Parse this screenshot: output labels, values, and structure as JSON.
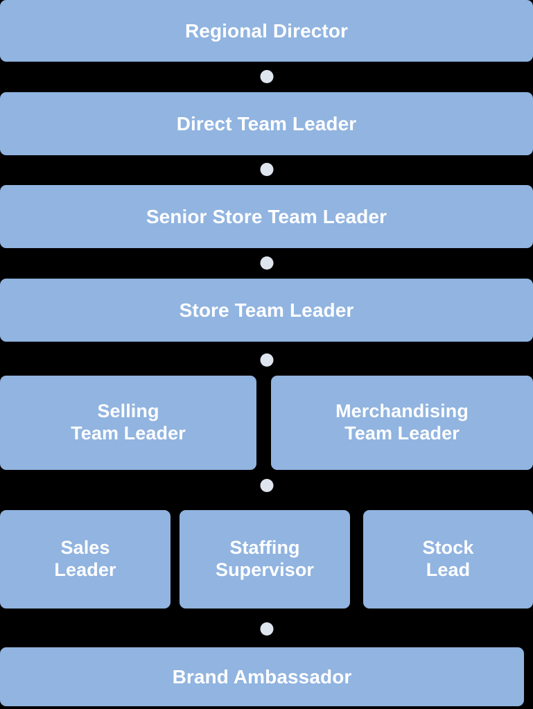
{
  "diagram": {
    "type": "organizational-hierarchy-chart",
    "background_color": "#000000",
    "node_color": "#91b4e0",
    "node_text_color": "#ffffff",
    "connector_dot_color": "#dfe5ee",
    "levels": [
      {
        "index": 1,
        "layout": "single",
        "nodes": [
          {
            "label": "Regional Director"
          }
        ]
      },
      {
        "index": 2,
        "layout": "single",
        "nodes": [
          {
            "label": "Direct Team Leader"
          }
        ]
      },
      {
        "index": 3,
        "layout": "single",
        "nodes": [
          {
            "label": "Senior Store Team Leader"
          }
        ]
      },
      {
        "index": 4,
        "layout": "single",
        "nodes": [
          {
            "label": "Store Team Leader"
          }
        ]
      },
      {
        "index": 5,
        "layout": "two-column",
        "nodes": [
          {
            "label": "Selling\nTeam Leader"
          },
          {
            "label": "Merchandising\nTeam Leader"
          }
        ]
      },
      {
        "index": 6,
        "layout": "three-column",
        "nodes": [
          {
            "label": "Sales\nLeader"
          },
          {
            "label": "Staffing\nSupervisor"
          },
          {
            "label": "Stock\nLead"
          }
        ]
      },
      {
        "index": 7,
        "layout": "single",
        "nodes": [
          {
            "label": "Brand Ambassador"
          }
        ]
      }
    ],
    "connectors": [
      {
        "name": "connector-dot-1",
        "between": [
          "Regional Director",
          "Direct Team Leader"
        ]
      },
      {
        "name": "connector-dot-2",
        "between": [
          "Direct Team Leader",
          "Senior Store Team Leader"
        ]
      },
      {
        "name": "connector-dot-3",
        "between": [
          "Senior Store Team Leader",
          "Store Team Leader"
        ]
      },
      {
        "name": "connector-dot-4",
        "between": [
          "Store Team Leader",
          "Selling Team Leader / Merchandising Team Leader"
        ]
      },
      {
        "name": "connector-dot-5",
        "between": [
          "Selling Team Leader / Merchandising Team Leader",
          "Sales Leader / Staffing Supervisor / Stock Lead"
        ]
      },
      {
        "name": "connector-dot-6",
        "between": [
          "Sales Leader / Staffing Supervisor / Stock Lead",
          "Brand Ambassador"
        ]
      }
    ]
  }
}
